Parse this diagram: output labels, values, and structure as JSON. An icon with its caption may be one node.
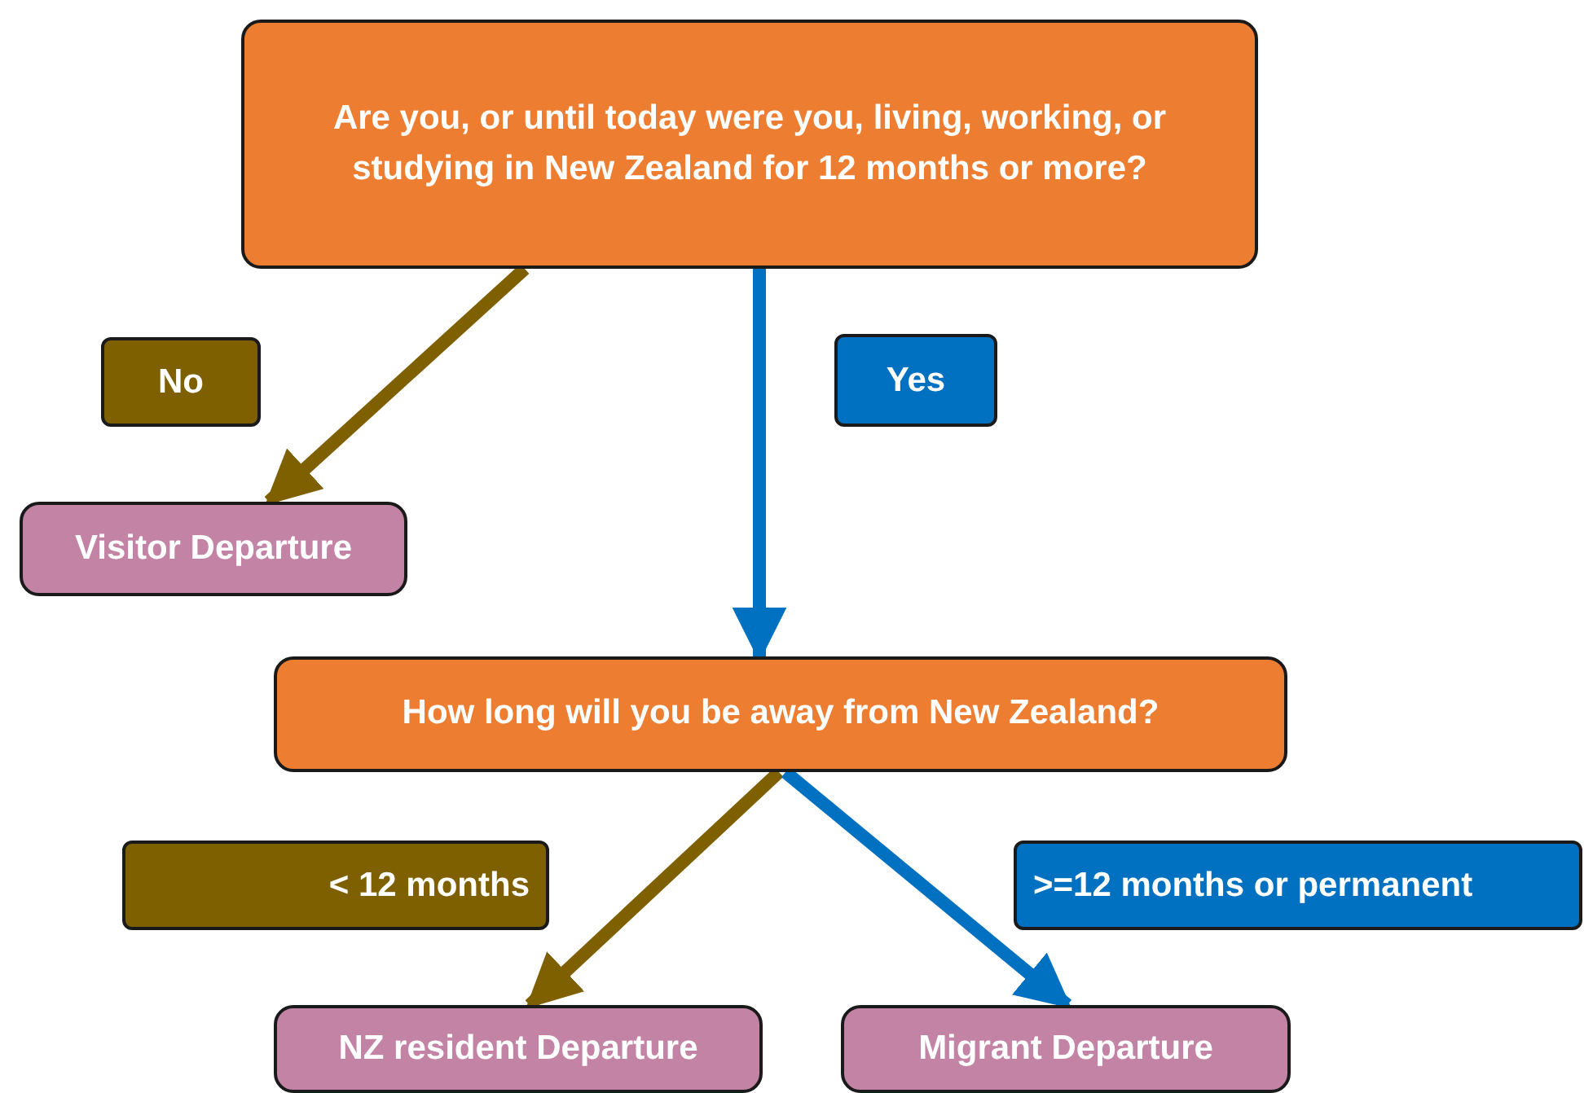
{
  "diagram": {
    "nodes": [
      {
        "text": [
          "Are you, or until today were you, living, working, or studying in New Zealand for 12 months or more?"
        ]
      },
      {
        "text": [
          "Visitor Departure"
        ]
      },
      {
        "text": [
          "How long will you be away from New Zealand?"
        ]
      },
      {
        "text": [
          "NZ resident Departure"
        ]
      },
      {
        "text": [
          "Migrant Departure"
        ]
      }
    ],
    "edges": [
      {
        "from": 0,
        "to": 1,
        "arrow": "to",
        "label": "No",
        "color": "#7f6000"
      },
      {
        "from": 0,
        "to": 2,
        "arrow": "to",
        "label": "Yes",
        "color": "#0070c0"
      },
      {
        "from": 2,
        "to": 3,
        "arrow": "to",
        "label": "< 12 months",
        "color": "#7f6000"
      },
      {
        "from": 2,
        "to": 4,
        "arrow": "to",
        "label": ">=12 months or permanent",
        "color": "#0070c0"
      }
    ]
  }
}
